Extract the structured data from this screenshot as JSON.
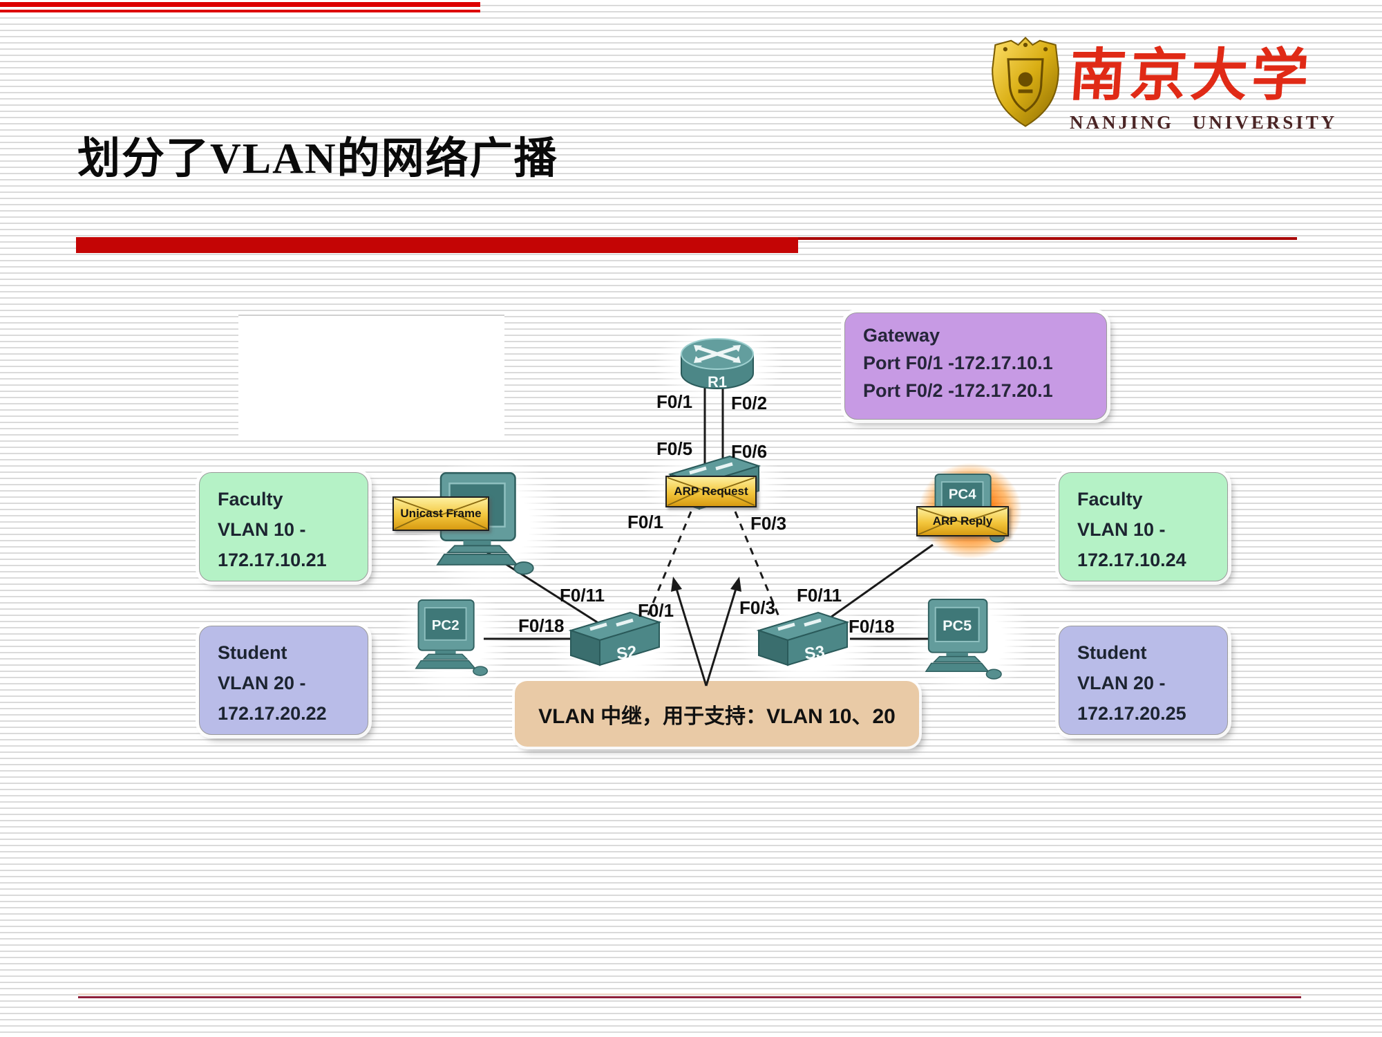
{
  "slide": {
    "title": "划分了VLAN的网络广播",
    "logo": {
      "cn": "南京大学",
      "en": "NANJING UNIVERSITY"
    }
  },
  "diagram": {
    "nodes": {
      "router": "R1",
      "switch2": "S2",
      "switch3": "S3",
      "pc2": "PC2",
      "pc4": "PC4",
      "pc5": "PC5"
    },
    "envelopes": {
      "unicast_frame": "Unicast Frame",
      "arp_request": "ARP Request",
      "arp_reply": "ARP Reply"
    },
    "ports": {
      "r1_left": "F0/1",
      "r1_right": "F0/2",
      "s1_left": "F0/5",
      "s1_right": "F0/6",
      "s1_down_left": "F0/1",
      "s1_down_right": "F0/3",
      "s2_uplink": "F0/1",
      "s2_pc1": "F0/11",
      "s2_pc2": "F0/18",
      "s3_uplink": "F0/3",
      "s3_pc4": "F0/11",
      "s3_pc5": "F0/18"
    },
    "boxes": {
      "gateway": {
        "title": "Gateway",
        "line1": "Port F0/1 -172.17.10.1",
        "line2": "Port F0/2 -172.17.20.1"
      },
      "faculty_left": {
        "line1": "Faculty",
        "line2": "VLAN 10 -",
        "line3": "172.17.10.21"
      },
      "student_left": {
        "line1": "Student",
        "line2": "VLAN 20 -",
        "line3": "172.17.20.22"
      },
      "faculty_right": {
        "line1": "Faculty",
        "line2": "VLAN 10 -",
        "line3": "172.17.10.24"
      },
      "student_right": {
        "line1": "Student",
        "line2": "VLAN 20 -",
        "line3": "172.17.20.25"
      }
    },
    "trunk_note": "VLAN 中继，用于支持：VLAN 10、20"
  },
  "colors": {
    "accent_red": "#c40505",
    "faculty_green": "#b5f2c6",
    "student_purple": "#b9bce8",
    "gateway_violet": "#c79ae4",
    "note_tan": "#e9caa6",
    "device_teal": "#4c8787",
    "envelope_gold": "#f3c63c",
    "highlight_orange": "#ff7805",
    "logo_red": "#e02a16"
  }
}
